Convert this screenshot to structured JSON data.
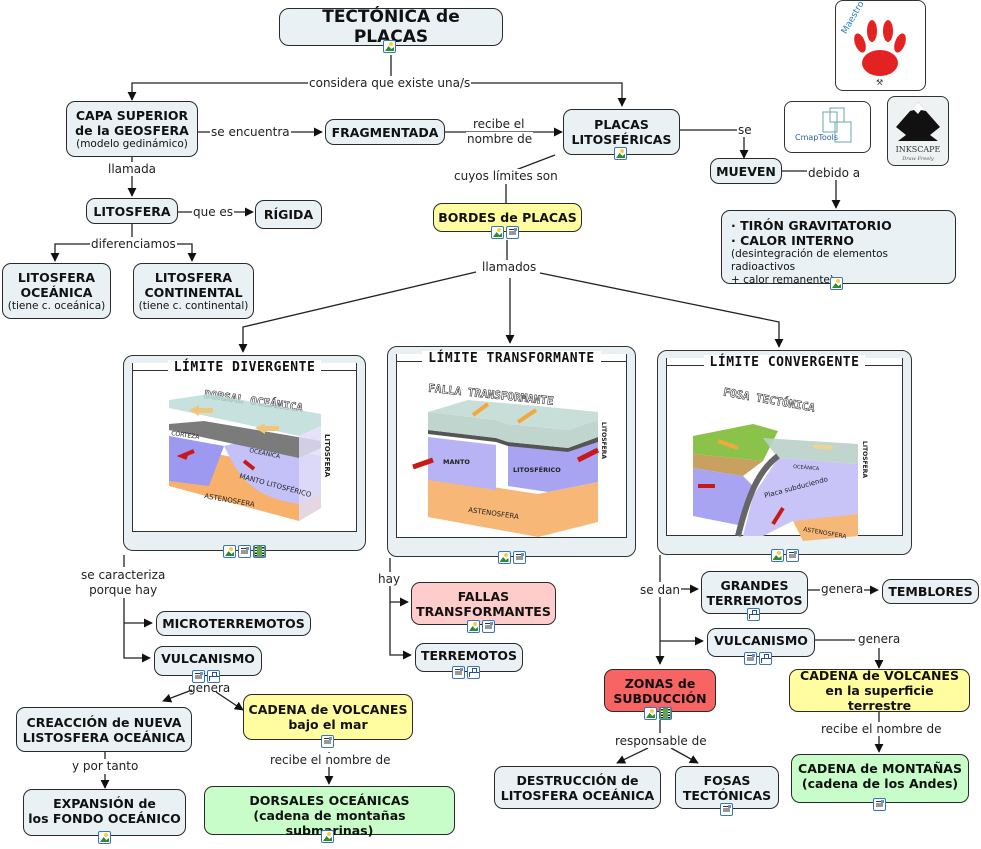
{
  "title": "TECTÓNICA de PLACAS",
  "nodes": {
    "capa": {
      "line1": "CAPA SUPERIOR",
      "line2": "de la GEOSFERA",
      "sub": "(modelo gedinámico)"
    },
    "fragmentada": "FRAGMENTADA",
    "placas": {
      "line1": "PLACAS",
      "line2": "LITOSFÉRICAS"
    },
    "mueven": "MUEVEN",
    "causas": {
      "line1": "· TIRÓN GRAVITATORIO",
      "line2": "· CALOR INTERNO",
      "sub1": "(desintegración de elementos radioactivos",
      "sub2": "+ calor remanente)"
    },
    "litosfera": "LITOSFERA",
    "rigida": "RÍGIDA",
    "lit_oceanica": {
      "line1": "LITOSFERA",
      "line2": "OCEÁNICA",
      "sub": "(tiene c. oceánica)"
    },
    "lit_continental": {
      "line1": "LITOSFERA",
      "line2": "CONTINENTAL",
      "sub": "(tiene c. continental)"
    },
    "bordes": "BORDES de PLACAS",
    "microterremotos": "MICROTERREMOTOS",
    "vulcanismo1": "VULCANISMO",
    "creaccion": {
      "line1": "CREACCIÓN de NUEVA",
      "line2": "LISTOSFERA OCEÁNICA"
    },
    "cadena_mar": {
      "line1": "CADENA de VOLCANES",
      "line2": "bajo el mar"
    },
    "expansion": {
      "line1": "EXPANSIÓN de",
      "line2": "los FONDO OCEÁNICO"
    },
    "dorsales": {
      "line1": "DORSALES OCEÁNICAS",
      "line2": "(cadena de montañas submarinas)"
    },
    "fallas": {
      "line1": "FALLAS",
      "line2": "TRANSFORMANTES"
    },
    "terremotos": "TERREMOTOS",
    "grandes": {
      "line1": "GRANDES",
      "line2": "TERREMOTOS"
    },
    "temblores": "TEMBLORES",
    "vulcanismo2": "VULCANISMO",
    "zonas": {
      "line1": "ZONAS de",
      "line2": "SUBDUCCIÓN"
    },
    "cadena_sup": {
      "line1": "CADENA de VOLCANES",
      "line2": "en la superficie terrestre"
    },
    "destruccion": {
      "line1": "DESTRUCCIÓN de",
      "line2": "LITOSFERA OCEÁNICA"
    },
    "fosas": {
      "line1": "FOSAS",
      "line2": "TECTÓNICAS"
    },
    "montanas": {
      "line1": "CADENA de MONTAÑAS",
      "line2": "(cadena de los Andes)"
    }
  },
  "panels": {
    "divergente": {
      "title": "LÍMITE DIVERGENTE",
      "caption": "DORSAL OCEÁNICA",
      "labels": [
        "CORTEZA",
        "OCEÁNICA",
        "MANTO LITOSFÉRICO",
        "ASTENOSFERA",
        "LITOSFERA"
      ]
    },
    "transformante": {
      "title": "LÍMITE TRANSFORMANTE",
      "caption": "FALLA TRANSFORMANTE",
      "labels": [
        "MANTO",
        "LITOSFÉRICO",
        "ASTENOSFERA",
        "LITOSFERA"
      ]
    },
    "convergente": {
      "title": "LÍMITE CONVERGENTE",
      "caption": "FOSA TECTÓNICA",
      "labels": [
        "OCEÁNICA",
        "Placa subduciendo",
        "ASTENOSFERA",
        "LITOSFERA"
      ]
    }
  },
  "links": {
    "considera": "considera que existe una/s",
    "se_encuentra": "se encuentra",
    "recibe1": "recibe el",
    "recibe2": "nombre de",
    "se": "se",
    "debido": "debido a",
    "llamada": "llamada",
    "que_es": "que es",
    "diferenciamos": "diferenciamos",
    "cuyos": "cuyos límites son",
    "llamados": "llamados",
    "caracteriza1": "se caracteriza",
    "caracteriza2": "porque hay",
    "genera1": "genera",
    "y_por_tanto": "y por tanto",
    "recibe_nombre1": "recibe el nombre de",
    "hay": "hay",
    "se_dan": "se dan",
    "genera2": "genera",
    "genera3": "genera",
    "responsable": "responsable de",
    "recibe_nombre2": "recibe el nombre de"
  },
  "logos": {
    "maestro": "Maestro de naturales",
    "cmaptools": "CmapTools",
    "inkscape": "INKSCAPE",
    "inkscape_sub": "Draw Freely"
  },
  "colors": {
    "node_default": "#e9f1f4",
    "node_yellow": "#fffd9f",
    "node_green": "#c8fcc8",
    "node_pink": "#ffcccc",
    "node_red": "#f86464",
    "icon_border": "#3a74b8"
  }
}
